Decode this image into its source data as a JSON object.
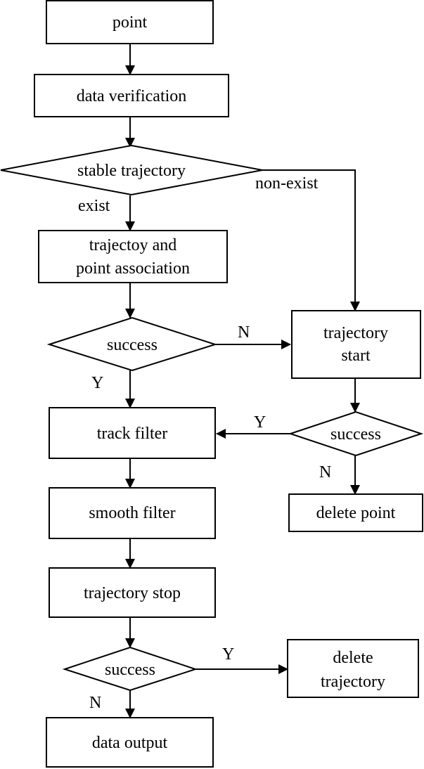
{
  "nodes": {
    "point": "point",
    "data_verification": "data verification",
    "stable_trajectory": "stable trajectory",
    "association_line1": "trajectoy and",
    "association_line2": "point association",
    "success_association": "success",
    "trajectory_start_line1": "trajectory",
    "trajectory_start_line2": "start",
    "success_start": "success",
    "track_filter": "track filter",
    "delete_point": "delete point",
    "smooth_filter": "smooth filter",
    "trajectory_stop": "trajectory stop",
    "success_stop": "success",
    "delete_trajectory_line1": "delete",
    "delete_trajectory_line2": "trajectory",
    "data_output": "data output"
  },
  "edge_labels": {
    "exist": "exist",
    "non_exist": "non-exist",
    "assoc_no": "N",
    "assoc_yes": "Y",
    "start_yes": "Y",
    "start_no": "N",
    "stop_yes": "Y",
    "stop_no": "N"
  }
}
